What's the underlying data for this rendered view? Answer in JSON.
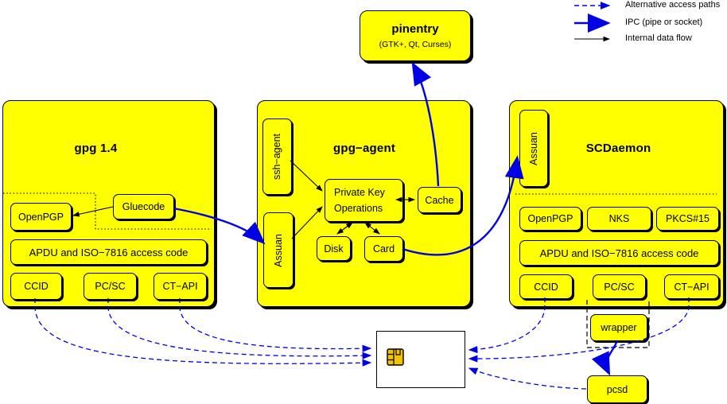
{
  "colors": {
    "box_yellow": "#ffff00",
    "arrow_blue": "#0000e6",
    "line_black": "#000000",
    "chip_gold": "#f2c200"
  },
  "legend": {
    "items": [
      {
        "label": "Alternative access paths",
        "style": "dashed-blue-arrow"
      },
      {
        "label": "IPC (pipe or socket)",
        "style": "solid-blue-arrow"
      },
      {
        "label": "Internal data flow",
        "style": "solid-black-arrow"
      }
    ]
  },
  "pinentry": {
    "title": "pinentry",
    "subtitle": "(GTK+, Qt, Curses)"
  },
  "gpg14": {
    "title": "gpg 1.4",
    "nodes": {
      "openpgp": "OpenPGP",
      "gluecode": "Gluecode",
      "apdu": "APDU and ISO−7816 access code",
      "ccid": "CCID",
      "pcsc": "PC/SC",
      "ctapi": "CT−API"
    }
  },
  "gpg_agent": {
    "title": "gpg−agent",
    "nodes": {
      "ssh_agent": "ssh−agent",
      "assuan": "Assuan",
      "pko_line1": "Private Key",
      "pko_line2": "Operations",
      "cache": "Cache",
      "disk": "Disk",
      "card": "Card"
    }
  },
  "scdaemon": {
    "title": "SCDaemon",
    "nodes": {
      "assuan": "Assuan",
      "openpgp": "OpenPGP",
      "nks": "NKS",
      "pkcs15": "PKCS#15",
      "apdu": "APDU and ISO−7816 access code",
      "ccid": "CCID",
      "pcsc": "PC/SC",
      "ctapi": "CT−API",
      "wrapper": "wrapper"
    }
  },
  "pcsd": {
    "label": "pcsd"
  }
}
